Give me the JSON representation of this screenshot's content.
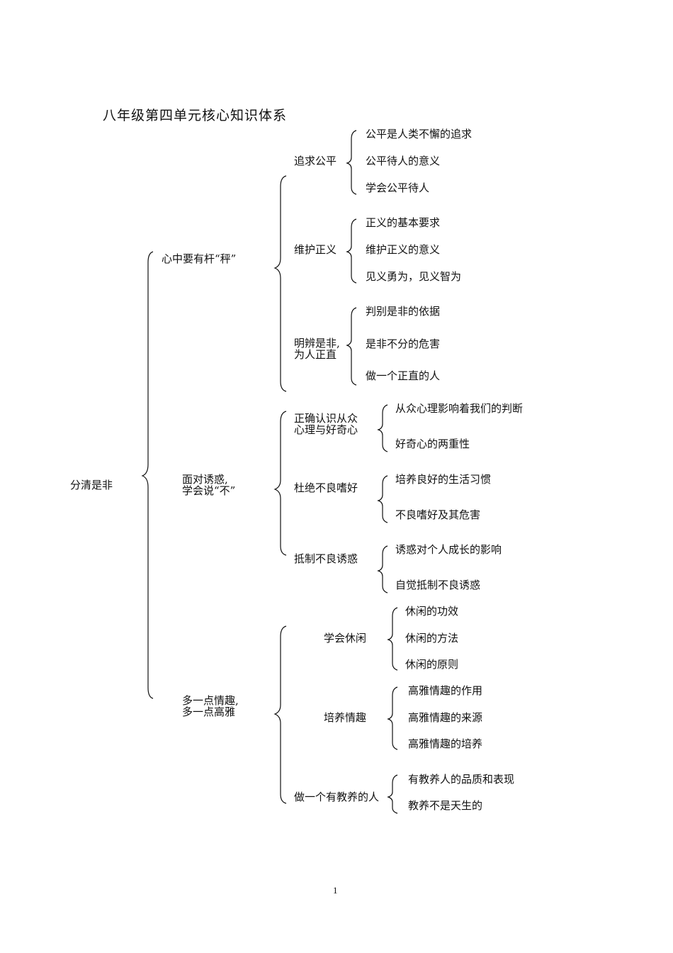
{
  "title": "八年级第四单元核心知识体系",
  "root": {
    "label": "分清是非"
  },
  "sections": [
    {
      "label": "心中要有杆“秤”",
      "topics": [
        {
          "label": "追求公平",
          "items": [
            "公平是人类不懈的追求",
            "公平待人的意义",
            "学会公平待人"
          ]
        },
        {
          "label": "维护正义",
          "items": [
            "正义的基本要求",
            "维护正义的意义",
            "见义勇为，见义智为"
          ]
        },
        {
          "label_lines": [
            "明辨是非,",
            "为人正直"
          ],
          "items": [
            "判别是非的依据",
            "是非不分的危害",
            "做一个正直的人"
          ]
        }
      ]
    },
    {
      "label_lines": [
        "面对诱惑,",
        "学会说“不”"
      ],
      "topics": [
        {
          "label_lines": [
            "正确认识从众",
            "心理与好奇心"
          ],
          "items": [
            "从众心理影响着我们的判断",
            "好奇心的两重性"
          ]
        },
        {
          "label": "杜绝不良嗜好",
          "items": [
            "培养良好的生活习惯",
            "不良嗜好及其危害"
          ]
        },
        {
          "label": "抵制不良诱惑",
          "items": [
            "诱惑对个人成长的影响",
            "自觉抵制不良诱惑"
          ]
        }
      ]
    },
    {
      "label_lines": [
        "多一点情趣,",
        "多一点高雅"
      ],
      "topics": [
        {
          "label": "学会休闲",
          "items": [
            "休闲的功效",
            "休闲的方法",
            "休闲的原则"
          ]
        },
        {
          "label": "培养情趣",
          "items": [
            "高雅情趣的作用",
            "高雅情趣的来源",
            "高雅情趣的培养"
          ]
        },
        {
          "label": "做一个有教养的人",
          "items": [
            "有教养人的品质和表现",
            "教养不是天生的"
          ]
        }
      ]
    }
  ],
  "page_number": "1"
}
